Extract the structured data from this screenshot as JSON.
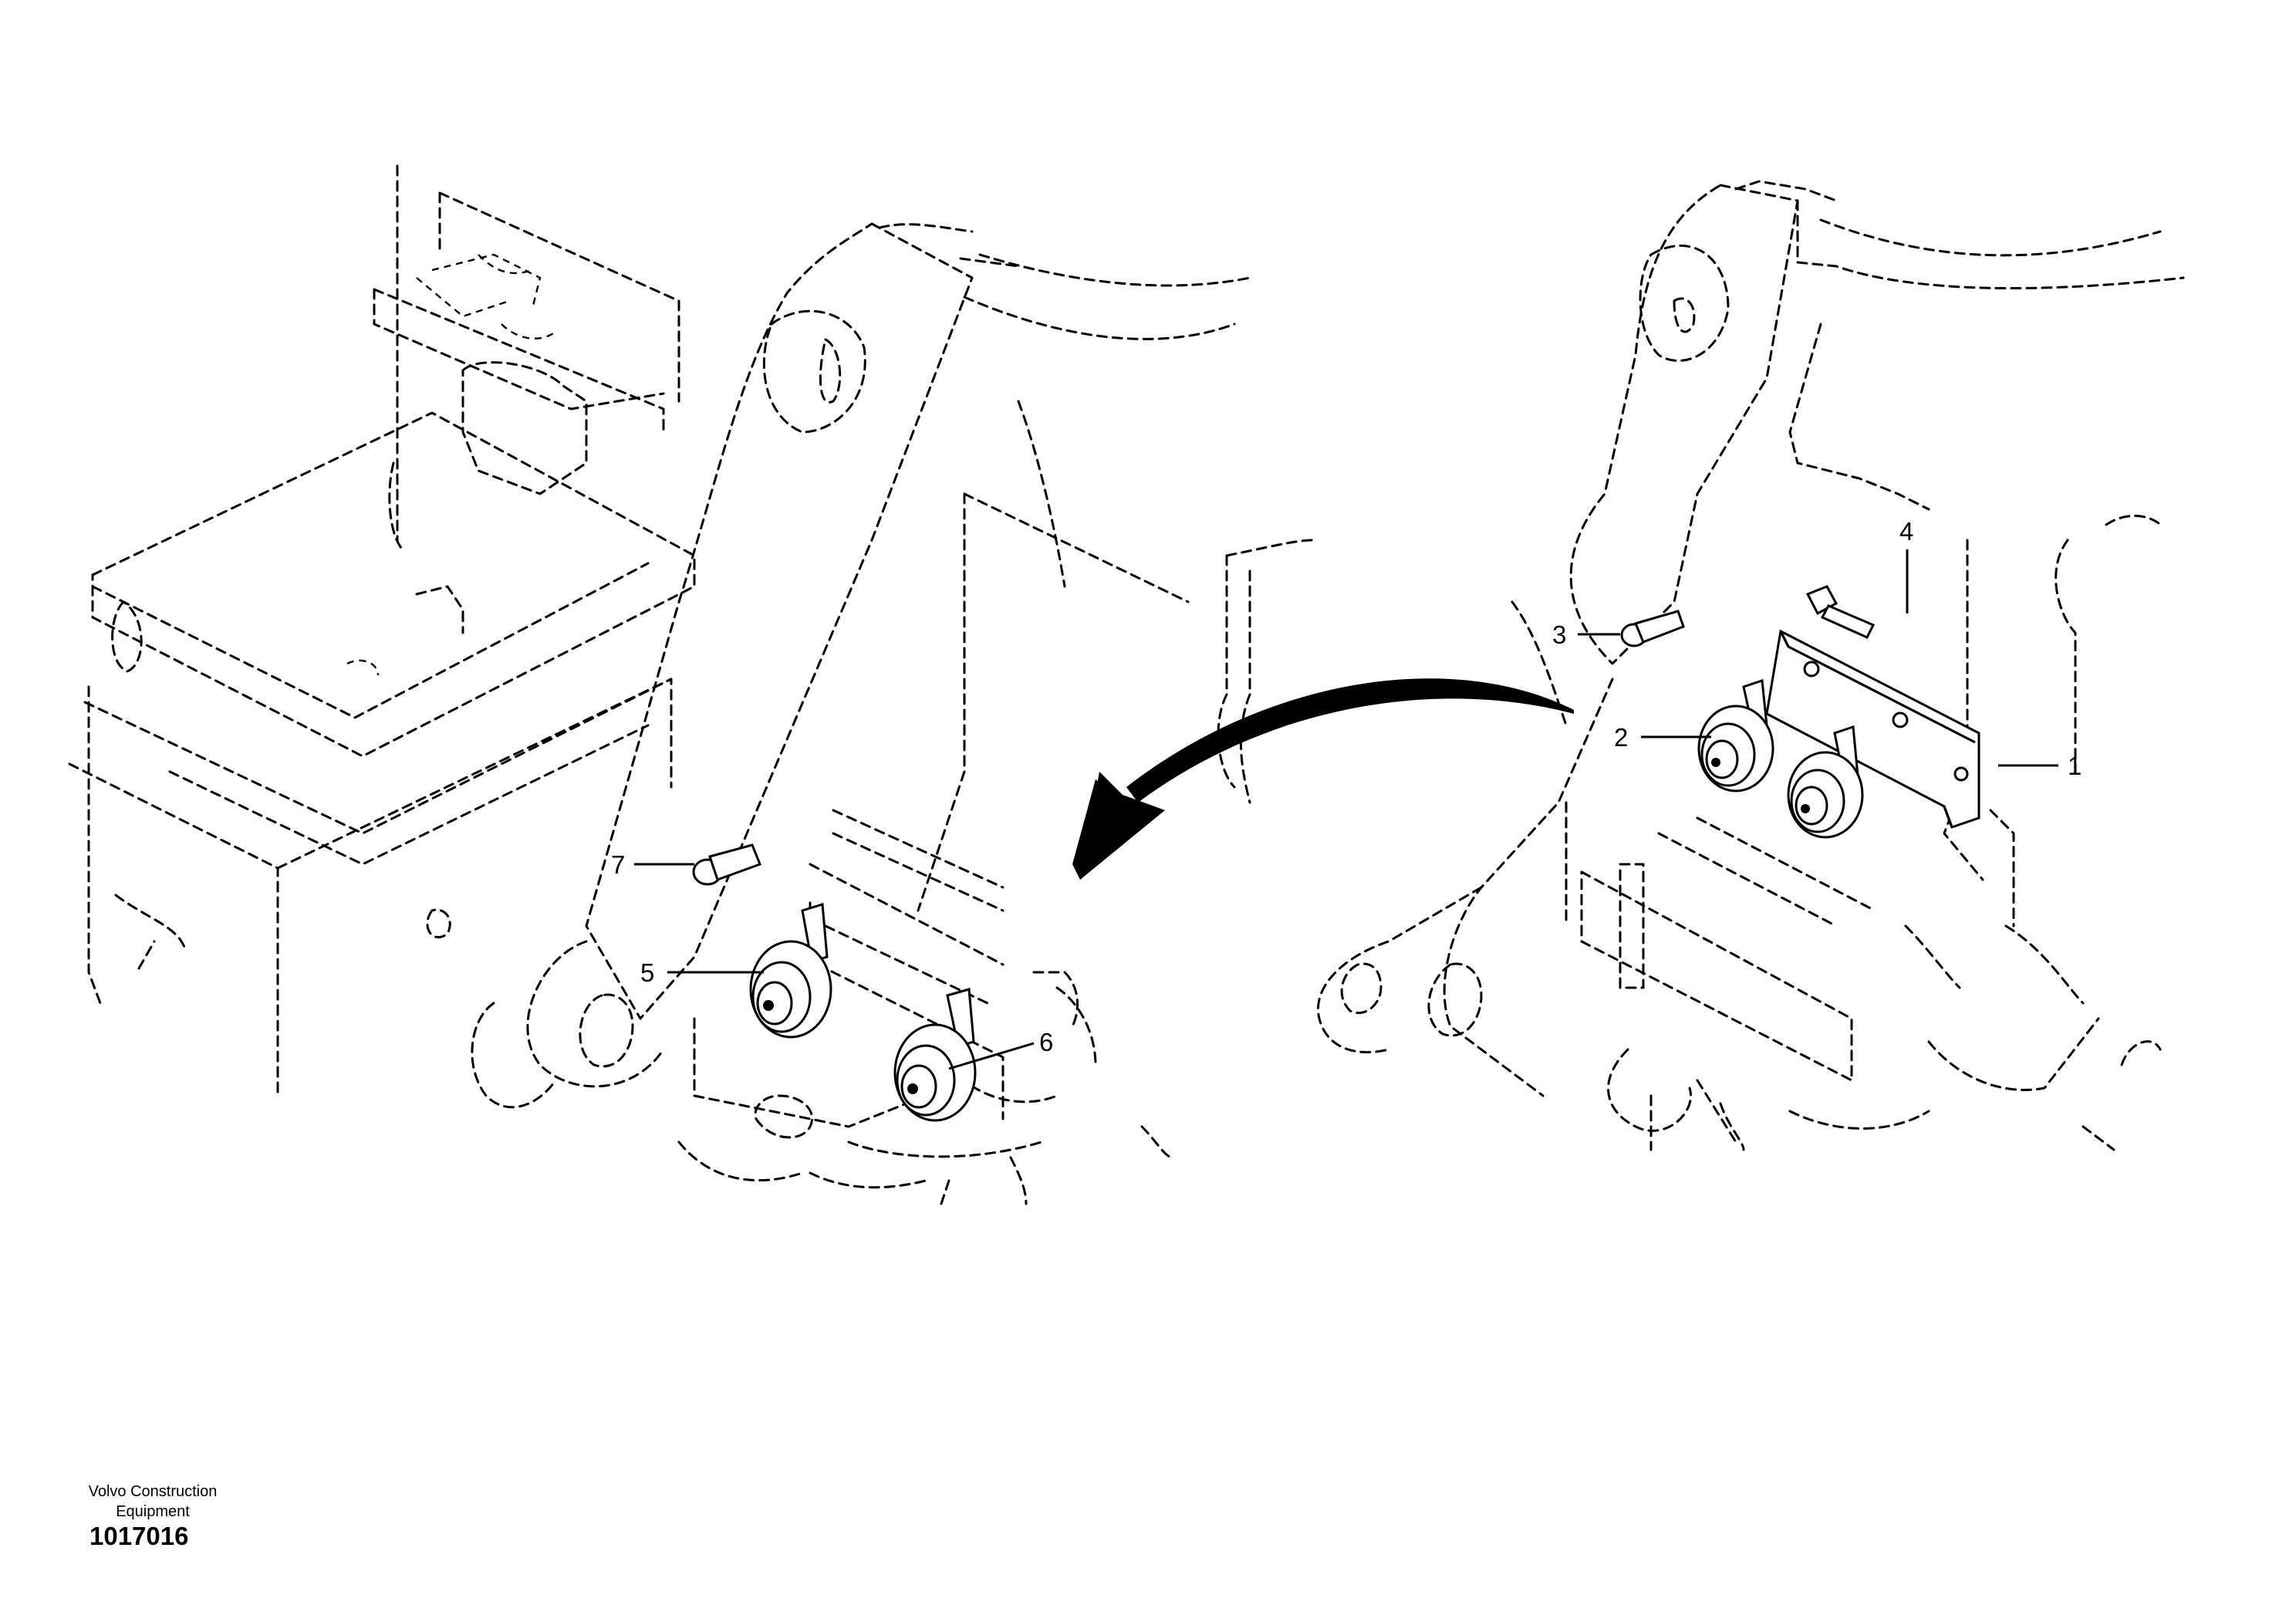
{
  "figure": {
    "callouts": [
      {
        "id": "1",
        "label": "1",
        "part": "mounting bracket"
      },
      {
        "id": "2",
        "label": "2",
        "part": "horn"
      },
      {
        "id": "3",
        "label": "3",
        "part": "flange screw"
      },
      {
        "id": "4",
        "label": "4",
        "part": "flange screw"
      },
      {
        "id": "5",
        "label": "5",
        "part": "horn"
      },
      {
        "id": "6",
        "label": "6",
        "part": "horn"
      },
      {
        "id": "7",
        "label": "7",
        "part": "flange screw"
      }
    ],
    "icons": [
      "horn-icon",
      "bolt-icon",
      "bracket-icon",
      "curved-arrow-icon"
    ]
  },
  "footer": {
    "company_line1": "Volvo Construction",
    "company_line2": "Equipment",
    "drawing_number": "1017016"
  }
}
